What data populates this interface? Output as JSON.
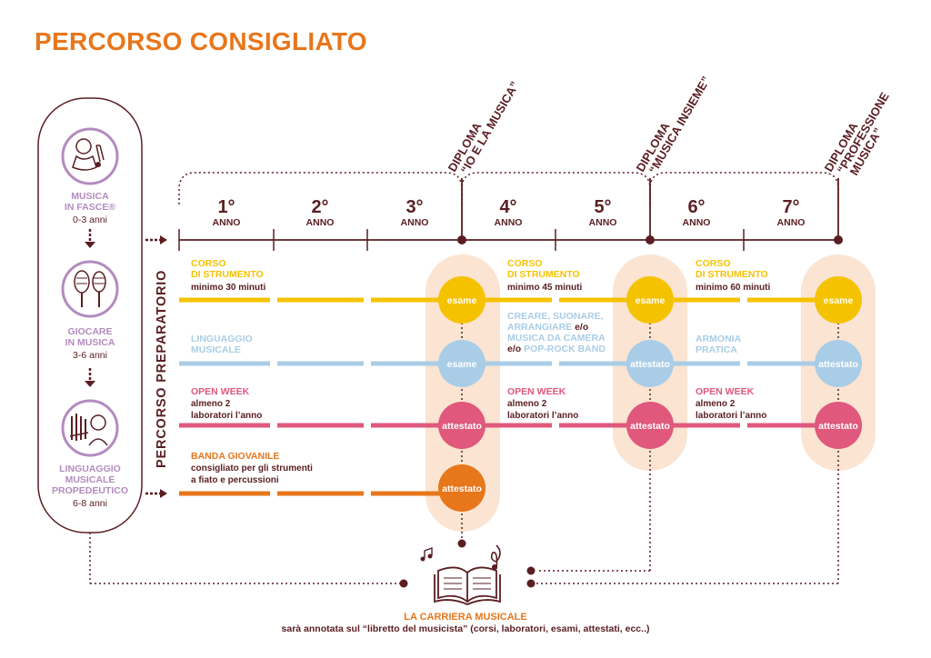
{
  "title": "PERCORSO CONSIGLIATO",
  "colors": {
    "maroon": "#5a1e22",
    "orange": "#e8761b",
    "yellow": "#f5c200",
    "blue": "#a9cde6",
    "pink": "#e0587c",
    "lilac": "#b38bbf",
    "peach": "#fbe4d2"
  },
  "left_column": [
    {
      "icon": "baby-icon",
      "title1": "MUSICA",
      "title2": "IN FASCE®",
      "age": "0-3 anni"
    },
    {
      "icon": "maracas-icon",
      "title1": "GIOCARE",
      "title2": "IN MUSICA",
      "age": "3-6 anni"
    },
    {
      "icon": "xylophone-child-icon",
      "title1": "LINGUAGGIO",
      "title2": "MUSICALE",
      "title3": "PROPEDEUTICO",
      "age": "6-8 anni"
    }
  ],
  "preparatory_label": "PERCORSO PREPARATORIO",
  "years": [
    {
      "num": "1°",
      "label": "ANNO"
    },
    {
      "num": "2°",
      "label": "ANNO"
    },
    {
      "num": "3°",
      "label": "ANNO"
    },
    {
      "num": "4°",
      "label": "ANNO"
    },
    {
      "num": "5°",
      "label": "ANNO"
    },
    {
      "num": "6°",
      "label": "ANNO"
    },
    {
      "num": "7°",
      "label": "ANNO"
    }
  ],
  "diplomas": [
    {
      "line1": "DIPLOMA",
      "line2": "“IO E LA MUSICA”"
    },
    {
      "line1": "DIPLOMA",
      "line2": "“MUSICA INSIEME”"
    },
    {
      "line1": "DIPLOMA",
      "line2": "“PROFESSIONE",
      "line3": "MUSICA”"
    }
  ],
  "rows": {
    "strumento": {
      "block1": {
        "title1": "CORSO",
        "title2": "DI STRUMENTO",
        "sub": "minimo 30 minuti"
      },
      "block2": {
        "title1": "CORSO",
        "title2": "DI STRUMENTO",
        "sub": "minimo 45 minuti"
      },
      "block3": {
        "title1": "CORSO",
        "title2": "DI STRUMENTO",
        "sub": "minimo 60 minuti"
      },
      "circles": [
        "esame",
        "esame",
        "esame"
      ]
    },
    "linguaggio": {
      "block1": {
        "title1": "LINGUAGGIO",
        "title2": "MUSICALE"
      },
      "block2": {
        "line1": "CREARE, SUONARE,",
        "line2a": "ARRANGIARE",
        "line2b": "e/o",
        "line3": "MUSICA DA CAMERA",
        "line4a": "e/o",
        "line4b": "POP-ROCK BAND"
      },
      "block3": {
        "title1": "ARMONIA",
        "title2": "PRATICA"
      },
      "circles": [
        "esame",
        "attestato",
        "attestato"
      ]
    },
    "openweek": {
      "block1": {
        "title": "OPEN WEEK",
        "sub1": "almeno 2",
        "sub2": "laboratori l’anno"
      },
      "block2": {
        "title": "OPEN WEEK",
        "sub1": "almeno 2",
        "sub2": "laboratori l’anno"
      },
      "block3": {
        "title": "OPEN WEEK",
        "sub1": "almeno 2",
        "sub2": "laboratori l’anno"
      },
      "circles": [
        "attestato",
        "attestato",
        "attestato"
      ]
    },
    "banda": {
      "block1": {
        "title": "BANDA GIOVANILE",
        "sub1": "consigliato per gli strumenti",
        "sub2": "a fiato e percussioni"
      },
      "circles": [
        "attestato"
      ]
    }
  },
  "footer": {
    "title": "LA CARRIERA MUSICALE",
    "subtitle": "sarà annotata sul “libretto del musicista” (corsi, laboratori, esami, attestati, ecc..)"
  }
}
